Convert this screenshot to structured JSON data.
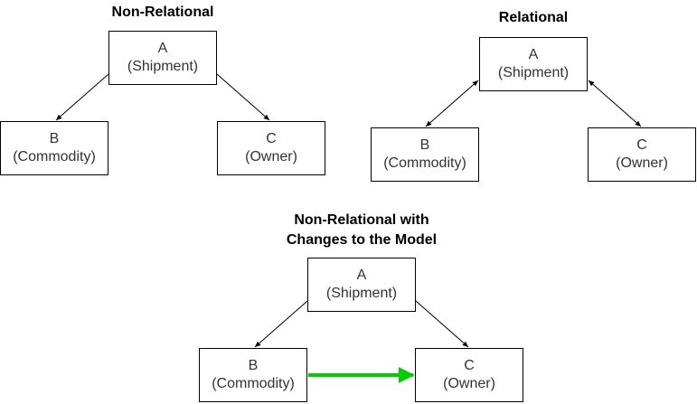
{
  "titles": {
    "non_relational": "Non-Relational",
    "relational": "Relational",
    "changes_line1": "Non-Relational with",
    "changes_line2": "Changes to the Model"
  },
  "nodes": {
    "a": {
      "letter": "A",
      "label": "(Shipment)"
    },
    "b": {
      "letter": "B",
      "label": "(Commodity)"
    },
    "c": {
      "letter": "C",
      "label": "(Owner)"
    }
  },
  "colors": {
    "highlight_arrow": "#00cc00",
    "line": "#000000"
  }
}
